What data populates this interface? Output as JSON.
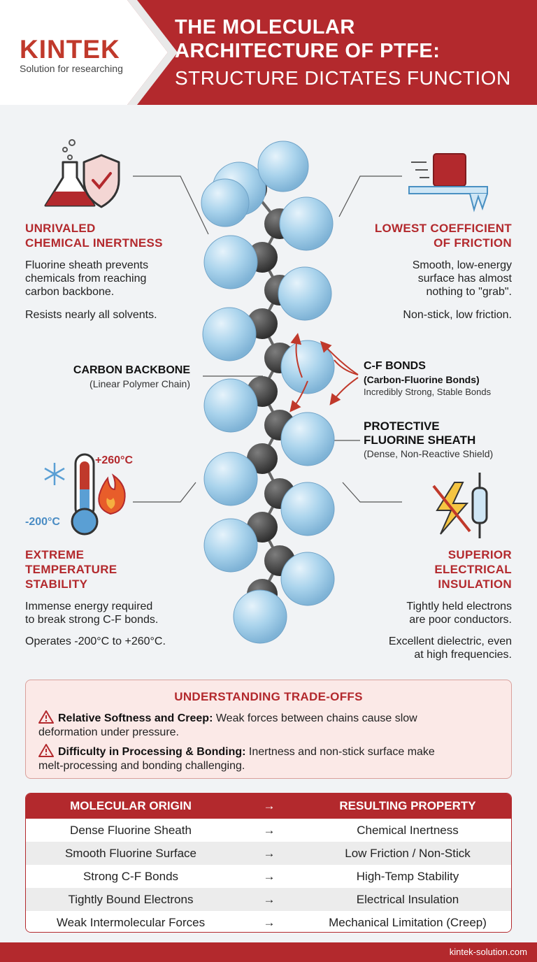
{
  "header": {
    "logo": "KINTEK",
    "tagline": "Solution for researching",
    "title_line1": "THE MOLECULAR",
    "title_line2": "ARCHITECTURE OF PTFE:",
    "title_line3": "STRUCTURE DICTATES FUNCTION"
  },
  "properties": {
    "inertness": {
      "title_l1": "UNRIVALED",
      "title_l2": "CHEMICAL INERTNESS",
      "body_l1": "Fluorine sheath prevents",
      "body_l2": "chemicals from reaching",
      "body_l3": "carbon backbone.",
      "note": "Resists nearly all solvents."
    },
    "friction": {
      "title_l1": "LOWEST COEFFICIENT",
      "title_l2": "OF FRICTION",
      "body_l1": "Smooth, low-energy",
      "body_l2": "surface has almost",
      "body_l3": "nothing to \"grab\".",
      "note": "Non-stick, low friction."
    },
    "temperature": {
      "title_l1": "EXTREME",
      "title_l2": "TEMPERATURE",
      "title_l3": "STABILITY",
      "body_l1": "Immense energy required",
      "body_l2": "to break strong C-F bonds.",
      "note": "Operates -200°C to +260°C.",
      "high": "+260°C",
      "low": "-200°C"
    },
    "electrical": {
      "title_l1": "SUPERIOR",
      "title_l2": "ELECTRICAL",
      "title_l3": "INSULATION",
      "body_l1": "Tightly held electrons",
      "body_l2": "are poor conductors.",
      "note_l1": "Excellent dielectric, even",
      "note_l2": "at high frequencies."
    }
  },
  "labels": {
    "backbone_title": "CARBON BACKBONE",
    "backbone_sub": "(Linear Polymer Chain)",
    "cf_title": "C-F BONDS",
    "cf_sub1": "(Carbon-Fluorine Bonds)",
    "cf_sub2": "Incredibly Strong, Stable Bonds",
    "sheath_title_l1": "PROTECTIVE",
    "sheath_title_l2": "FLUORINE SHEATH",
    "sheath_sub": "(Dense, Non-Reactive Shield)"
  },
  "tradeoffs": {
    "title": "UNDERSTANDING TRADE-OFFS",
    "item1_bold": "Relative Softness and Creep:",
    "item1_text_l1": "Weak forces between chains cause slow",
    "item1_text_l2": "deformation under pressure.",
    "item2_bold": "Difficulty in Processing & Bonding:",
    "item2_text_l1": "Inertness and non-stick surface make",
    "item2_text_l2": "melt-processing and bonding challenging."
  },
  "table": {
    "head_origin": "MOLECULAR ORIGIN",
    "head_arrow": "→",
    "head_property": "RESULTING PROPERTY",
    "rows": [
      {
        "origin": "Dense Fluorine Sheath",
        "arrow": "→",
        "property": "Chemical Inertness"
      },
      {
        "origin": "Smooth Fluorine Surface",
        "arrow": "→",
        "property": "Low Friction / Non-Stick"
      },
      {
        "origin": "Strong C-F Bonds",
        "arrow": "→",
        "property": "High-Temp Stability"
      },
      {
        "origin": "Tightly Bound Electrons",
        "arrow": "→",
        "property": "Electrical Insulation"
      },
      {
        "origin": "Weak Intermolecular Forces",
        "arrow": "→",
        "property": "Mechanical Limitation (Creep)"
      }
    ]
  },
  "footer": {
    "url": "kintek-solution.com"
  },
  "colors": {
    "brand_red": "#b3292d",
    "atom_blue": "#a9d3ec",
    "carbon": "#4a4a4a"
  }
}
